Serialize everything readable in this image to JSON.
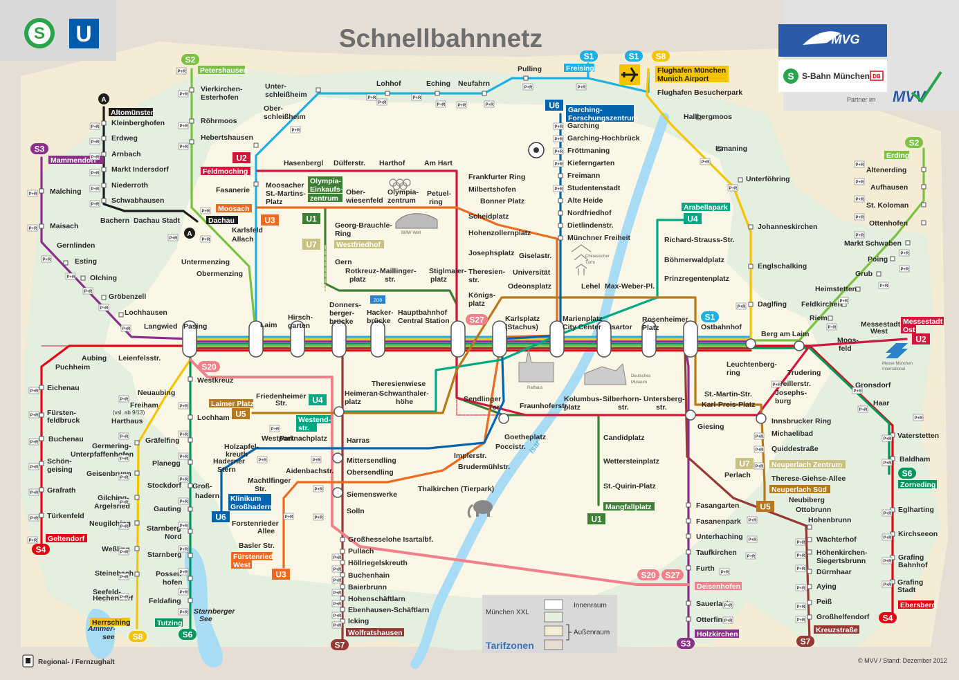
{
  "title": "Schnellbahnnetz",
  "logos": {
    "s": "S",
    "u": "U",
    "mvg": "MVG",
    "db": "S-Bahn München",
    "db_badge": "DB",
    "partner": "Partner im",
    "mvv": "MVV"
  },
  "footer": {
    "legend": "Regional- / Fernzughalt",
    "copyright": "© MVV / Stand: Dezember 2012"
  },
  "tarif": {
    "title": "Tarifzonen",
    "xxl": "München XXL",
    "inner": "Innenraum",
    "outer": "Außenraum"
  },
  "river": "Isar",
  "pr": "P+R",
  "badges": [
    {
      "label": "S2",
      "color": "#7cc242"
    },
    {
      "label": "S3",
      "color": "#8b2f8a"
    },
    {
      "label": "S1",
      "color": "#1eafe3"
    },
    {
      "label": "S1",
      "color": "#1eafe3"
    },
    {
      "label": "S8",
      "color": "#f5c400"
    },
    {
      "label": "S2",
      "color": "#7cc242"
    },
    {
      "label": "U6",
      "color": "#0065ae"
    },
    {
      "label": "U2",
      "color": "#d3163b"
    },
    {
      "label": "U3",
      "color": "#ed6b21"
    },
    {
      "label": "U1",
      "color": "#3c8033"
    },
    {
      "label": "U7",
      "color": "#c9c17f"
    },
    {
      "label": "U4",
      "color": "#00a984"
    },
    {
      "label": "S20",
      "color": "#f0808a"
    },
    {
      "label": "S27",
      "color": "#f0808a"
    },
    {
      "label": "S1",
      "color": "#1eafe3"
    },
    {
      "label": "U2",
      "color": "#d3163b"
    },
    {
      "label": "U4",
      "color": "#00a984"
    },
    {
      "label": "U5",
      "color": "#b7781c"
    },
    {
      "label": "U7",
      "color": "#c9c17f"
    },
    {
      "label": "U5",
      "color": "#b7781c"
    },
    {
      "label": "U6",
      "color": "#0065ae"
    },
    {
      "label": "U3",
      "color": "#ed6b21"
    },
    {
      "label": "U1",
      "color": "#3c8033"
    },
    {
      "label": "S6",
      "color": "#00975f"
    },
    {
      "label": "S4",
      "color": "#e30613"
    },
    {
      "label": "S8",
      "color": "#f5c400"
    },
    {
      "label": "S6",
      "color": "#00975f"
    },
    {
      "label": "S7",
      "color": "#963834"
    },
    {
      "label": "S20",
      "color": "#f0808a"
    },
    {
      "label": "S27",
      "color": "#f0808a"
    },
    {
      "label": "S3",
      "color": "#8b2f8a"
    },
    {
      "label": "S7",
      "color": "#963834"
    },
    {
      "label": "S4",
      "color": "#e30613"
    }
  ],
  "terminals": [
    {
      "label": "Petershausen",
      "color": "#7cc242"
    },
    {
      "label": "Mammendorf",
      "color": "#8b2f8a"
    },
    {
      "label": "Altomünster",
      "color": "#1d1d1b"
    },
    {
      "label": "Freising",
      "color": "#1eafe3"
    },
    {
      "label": "Flughafen München",
      "color": "#f5c400",
      "dark": true
    },
    {
      "label": "Munich Airport",
      "color": "#f5c400",
      "dark": true
    },
    {
      "label": "Garching-",
      "color": "#0065ae"
    },
    {
      "label": "Forschungszentrum",
      "color": "#0065ae"
    },
    {
      "label": "Erding",
      "color": "#7cc242"
    },
    {
      "label": "Feldmoching",
      "color": "#d3163b"
    },
    {
      "label": "Moosach",
      "color": "#ed6b21"
    },
    {
      "label": "Dachau",
      "color": "#1d1d1b"
    },
    {
      "label": "Olympia-",
      "color": "#3c8033"
    },
    {
      "label": "Einkaufs-",
      "color": "#3c8033"
    },
    {
      "label": "zentrum",
      "color": "#3c8033"
    },
    {
      "label": "Westfriedhof",
      "color": "#c9c17f"
    },
    {
      "label": "Arabellapark",
      "color": "#00a984"
    },
    {
      "label": "Messestadt",
      "color": "#d3163b"
    },
    {
      "label": "Ost",
      "color": "#d3163b"
    },
    {
      "label": "Laimer Platz",
      "color": "#b7781c"
    },
    {
      "label": "Westend-",
      "color": "#00a984"
    },
    {
      "label": "str.",
      "color": "#00a984"
    },
    {
      "label": "Neuperlach Zentrum",
      "color": "#c9c17f"
    },
    {
      "label": "Neuperlach Süd",
      "color": "#b7781c"
    },
    {
      "label": "Zorneding",
      "color": "#00975f"
    },
    {
      "label": "Klinikum",
      "color": "#0065ae"
    },
    {
      "label": "Großhadern",
      "color": "#0065ae"
    },
    {
      "label": "Fürstenried",
      "color": "#ed6b21"
    },
    {
      "label": "West",
      "color": "#ed6b21"
    },
    {
      "label": "Mangfallplatz",
      "color": "#3c8033"
    },
    {
      "label": "Geltendorf",
      "color": "#e30613"
    },
    {
      "label": "Herrsching",
      "color": "#f5c400",
      "dark": true
    },
    {
      "label": "Tutzing",
      "color": "#00975f"
    },
    {
      "label": "Wolfratshausen",
      "color": "#963834"
    },
    {
      "label": "Deisenhofen",
      "color": "#f0808a"
    },
    {
      "label": "Holzkirchen",
      "color": "#8b2f8a"
    },
    {
      "label": "Kreuzstraße",
      "color": "#963834"
    },
    {
      "label": "Ebersberg",
      "color": "#e30613"
    }
  ],
  "stations": [
    "Vierkirchen-",
    "Esterhofen",
    "Röhrmoos",
    "Hebertshausen",
    "Kleinberghofen",
    "Erdweg",
    "Arnbach",
    "Markt Indersdorf",
    "Niederroth",
    "Schwabhausen",
    "Bachern",
    "Dachau Stadt",
    "Karlsfeld",
    "Allach",
    "Untermenzing",
    "Obermenzing",
    "Malching",
    "Maisach",
    "Gernlinden",
    "Esting",
    "Olching",
    "Gröbenzell",
    "Lochhausen",
    "Langwied",
    "Pasing",
    "Laim",
    "Hirsch-",
    "garten",
    "Donners-",
    "berger-",
    "brücke",
    "Hacker-",
    "brücke",
    "Hauptbahnhof",
    "Central Station",
    "Karlsplatz",
    "(Stachus)",
    "Marienplatz",
    "City Center",
    "Isartor",
    "Rosenheimer",
    "Platz",
    "Ostbahnhof",
    "Unter-",
    "schleißheim",
    "Ober-",
    "schleißheim",
    "Fasanerie",
    "Lohhof",
    "Eching",
    "Neufahrn",
    "Pulling",
    "Flughafen Besucherpark",
    "Hallbergmoos",
    "Ismaning",
    "Unterföhring",
    "Johanneskirchen",
    "Englschalking",
    "Daglfing",
    "Berg am Laim",
    "Leuchtenberg-",
    "ring",
    "Trudering",
    "Gronsdorf",
    "Haar",
    "Vaterstetten",
    "Baldham",
    "Altenerding",
    "Aufhausen",
    "St. Koloman",
    "Ottenhofen",
    "Markt Schwaben",
    "Poing",
    "Grub",
    "Heimstetten",
    "Feldkirchen",
    "Riem",
    "Messestadt",
    "West",
    "Moos-",
    "feld",
    "Kreillerstr.",
    "Josephs-",
    "burg",
    "Hasenbergl",
    "Dülferstr.",
    "Harthof",
    "Am Hart",
    "Frankfurter Ring",
    "Milbertshofen",
    "Scheidplatz",
    "Bonner Platz",
    "Hohenzollernplatz",
    "Josephsplatz",
    "Theresien-",
    "str.",
    "Königs-",
    "platz",
    "Moosacher",
    "St.-Martins-",
    "Platz",
    "Ober-",
    "wiesenfeld",
    "Olympia-",
    "zentrum",
    "Petuel-",
    "ring",
    "Georg-Brauchle-",
    "Ring",
    "Gern",
    "Rotkreuz-",
    "platz",
    "Maillinger-",
    "str.",
    "Stiglmaier-",
    "platz",
    "Garching",
    "Garching-Hochbrück",
    "Fröttmaning",
    "Kieferngarten",
    "Freimann",
    "Studentenstadt",
    "Alte Heide",
    "Nordfriedhof",
    "Dietlindenstr.",
    "Münchner Freiheit",
    "Giselastr.",
    "Universität",
    "Odeonsplatz",
    "Lehel",
    "Max-Weber-Pl.",
    "Richard-Strauss-Str.",
    "Böhmerwaldplatz",
    "Prinzregentenplatz",
    "Aubing",
    "Leienfelsstr.",
    "Puchheim",
    "Eichenau",
    "Fürsten-",
    "feldbruck",
    "Buchenau",
    "Schön-",
    "geising",
    "Grafrath",
    "Türkenfeld",
    "Westkreuz",
    "Neuaubing",
    "Freiham",
    "(vsl. ab 9/13)",
    "Harthaus",
    "Germering-",
    "Unterpfaffenhofen",
    "Geisenbrunn",
    "Gilching-",
    "Argelsried",
    "Neugilching",
    "Weßling",
    "Steinebach",
    "Seefeld-",
    "Hechendorf",
    "Lochham",
    "Gräfelfing",
    "Planegg",
    "Stockdorf",
    "Gauting",
    "Starnberg",
    "Nord",
    "Starnberg",
    "Possen-",
    "hofen",
    "Feldafing",
    "Theresienwiese",
    "Heimeran-",
    "platz",
    "Schwanthaler-",
    "höhe",
    "Friedenheimer",
    "Str.",
    "Sendlinger",
    "Tor",
    "Fraunhoferstr.",
    "Kolumbus-",
    "platz",
    "Silberhorn-",
    "str.",
    "Untersberg-",
    "str.",
    "St.-Martin-Str.",
    "Karl-Preis-Platz",
    "Giesing",
    "Innsbrucker Ring",
    "Michaelibad",
    "Quiddestraße",
    "Therese-Giehse-Allee",
    "Westpark",
    "Partnachplatz",
    "Holzapfel-",
    "kreuth",
    "Haderner",
    "Stern",
    "Groß-",
    "hadern",
    "Harras",
    "Mittersendling",
    "Obersendling",
    "Siemenswerke",
    "Solln",
    "Implerstr.",
    "Brudermühlstr.",
    "Goetheplatz",
    "Poccistr.",
    "Thalkirchen (Tierpark)",
    "Aidenbachstr.",
    "Machtlfinger",
    "Str.",
    "Forstenrieder",
    "Allee",
    "Basler Str.",
    "Candidplatz",
    "Wettersteinplatz",
    "St.-Quirin-Platz",
    "Großhesselohe Isartalbf.",
    "Pullach",
    "Höllriegelskreuth",
    "Buchenhain",
    "Baierbrunn",
    "Hohenschäftlarn",
    "Ebenhausen-Schäftlarn",
    "Icking",
    "Fasangarten",
    "Fasanenpark",
    "Unterhaching",
    "Taufkirchen",
    "Furth",
    "Sauerlach",
    "Otterfing",
    "Perlach",
    "Neubiberg",
    "Ottobrunn",
    "Hohenbrunn",
    "Wächterhof",
    "Höhenkirchen-",
    "Siegertsbrunn",
    "Dürrnhaar",
    "Aying",
    "Peiß",
    "Großhelfendorf",
    "Eglharting",
    "Kirchseeon",
    "Grafing",
    "Bahnhof",
    "Grafing",
    "Stadt",
    "Ammer-",
    "see",
    "Starnberger",
    "See"
  ],
  "small": [
    "BMW Welt",
    "ZOB",
    "Chinesischer",
    "Turm",
    "Rathaus",
    "Deutsches",
    "Museum",
    "Messe München",
    "International"
  ],
  "circle": "A"
}
